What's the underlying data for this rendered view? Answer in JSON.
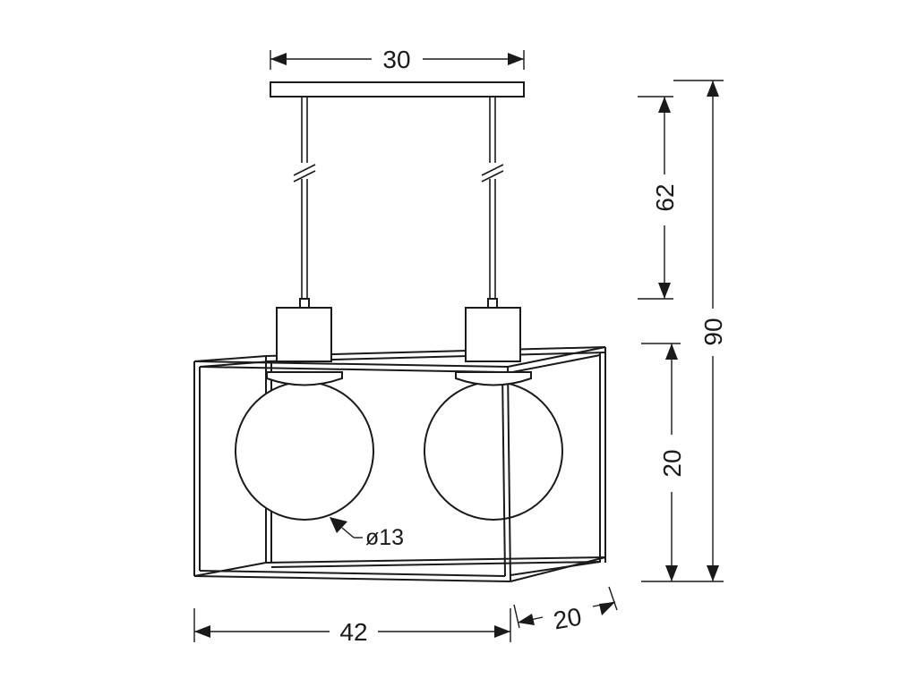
{
  "dimensions": {
    "top_width": "30",
    "height_to_shade": "62",
    "total_height": "90",
    "frame_height": "20",
    "frame_width": "42",
    "frame_depth": "20",
    "globe_diameter": "ø13"
  },
  "colors": {
    "line": "#1a1a1a",
    "background": "#ffffff"
  }
}
